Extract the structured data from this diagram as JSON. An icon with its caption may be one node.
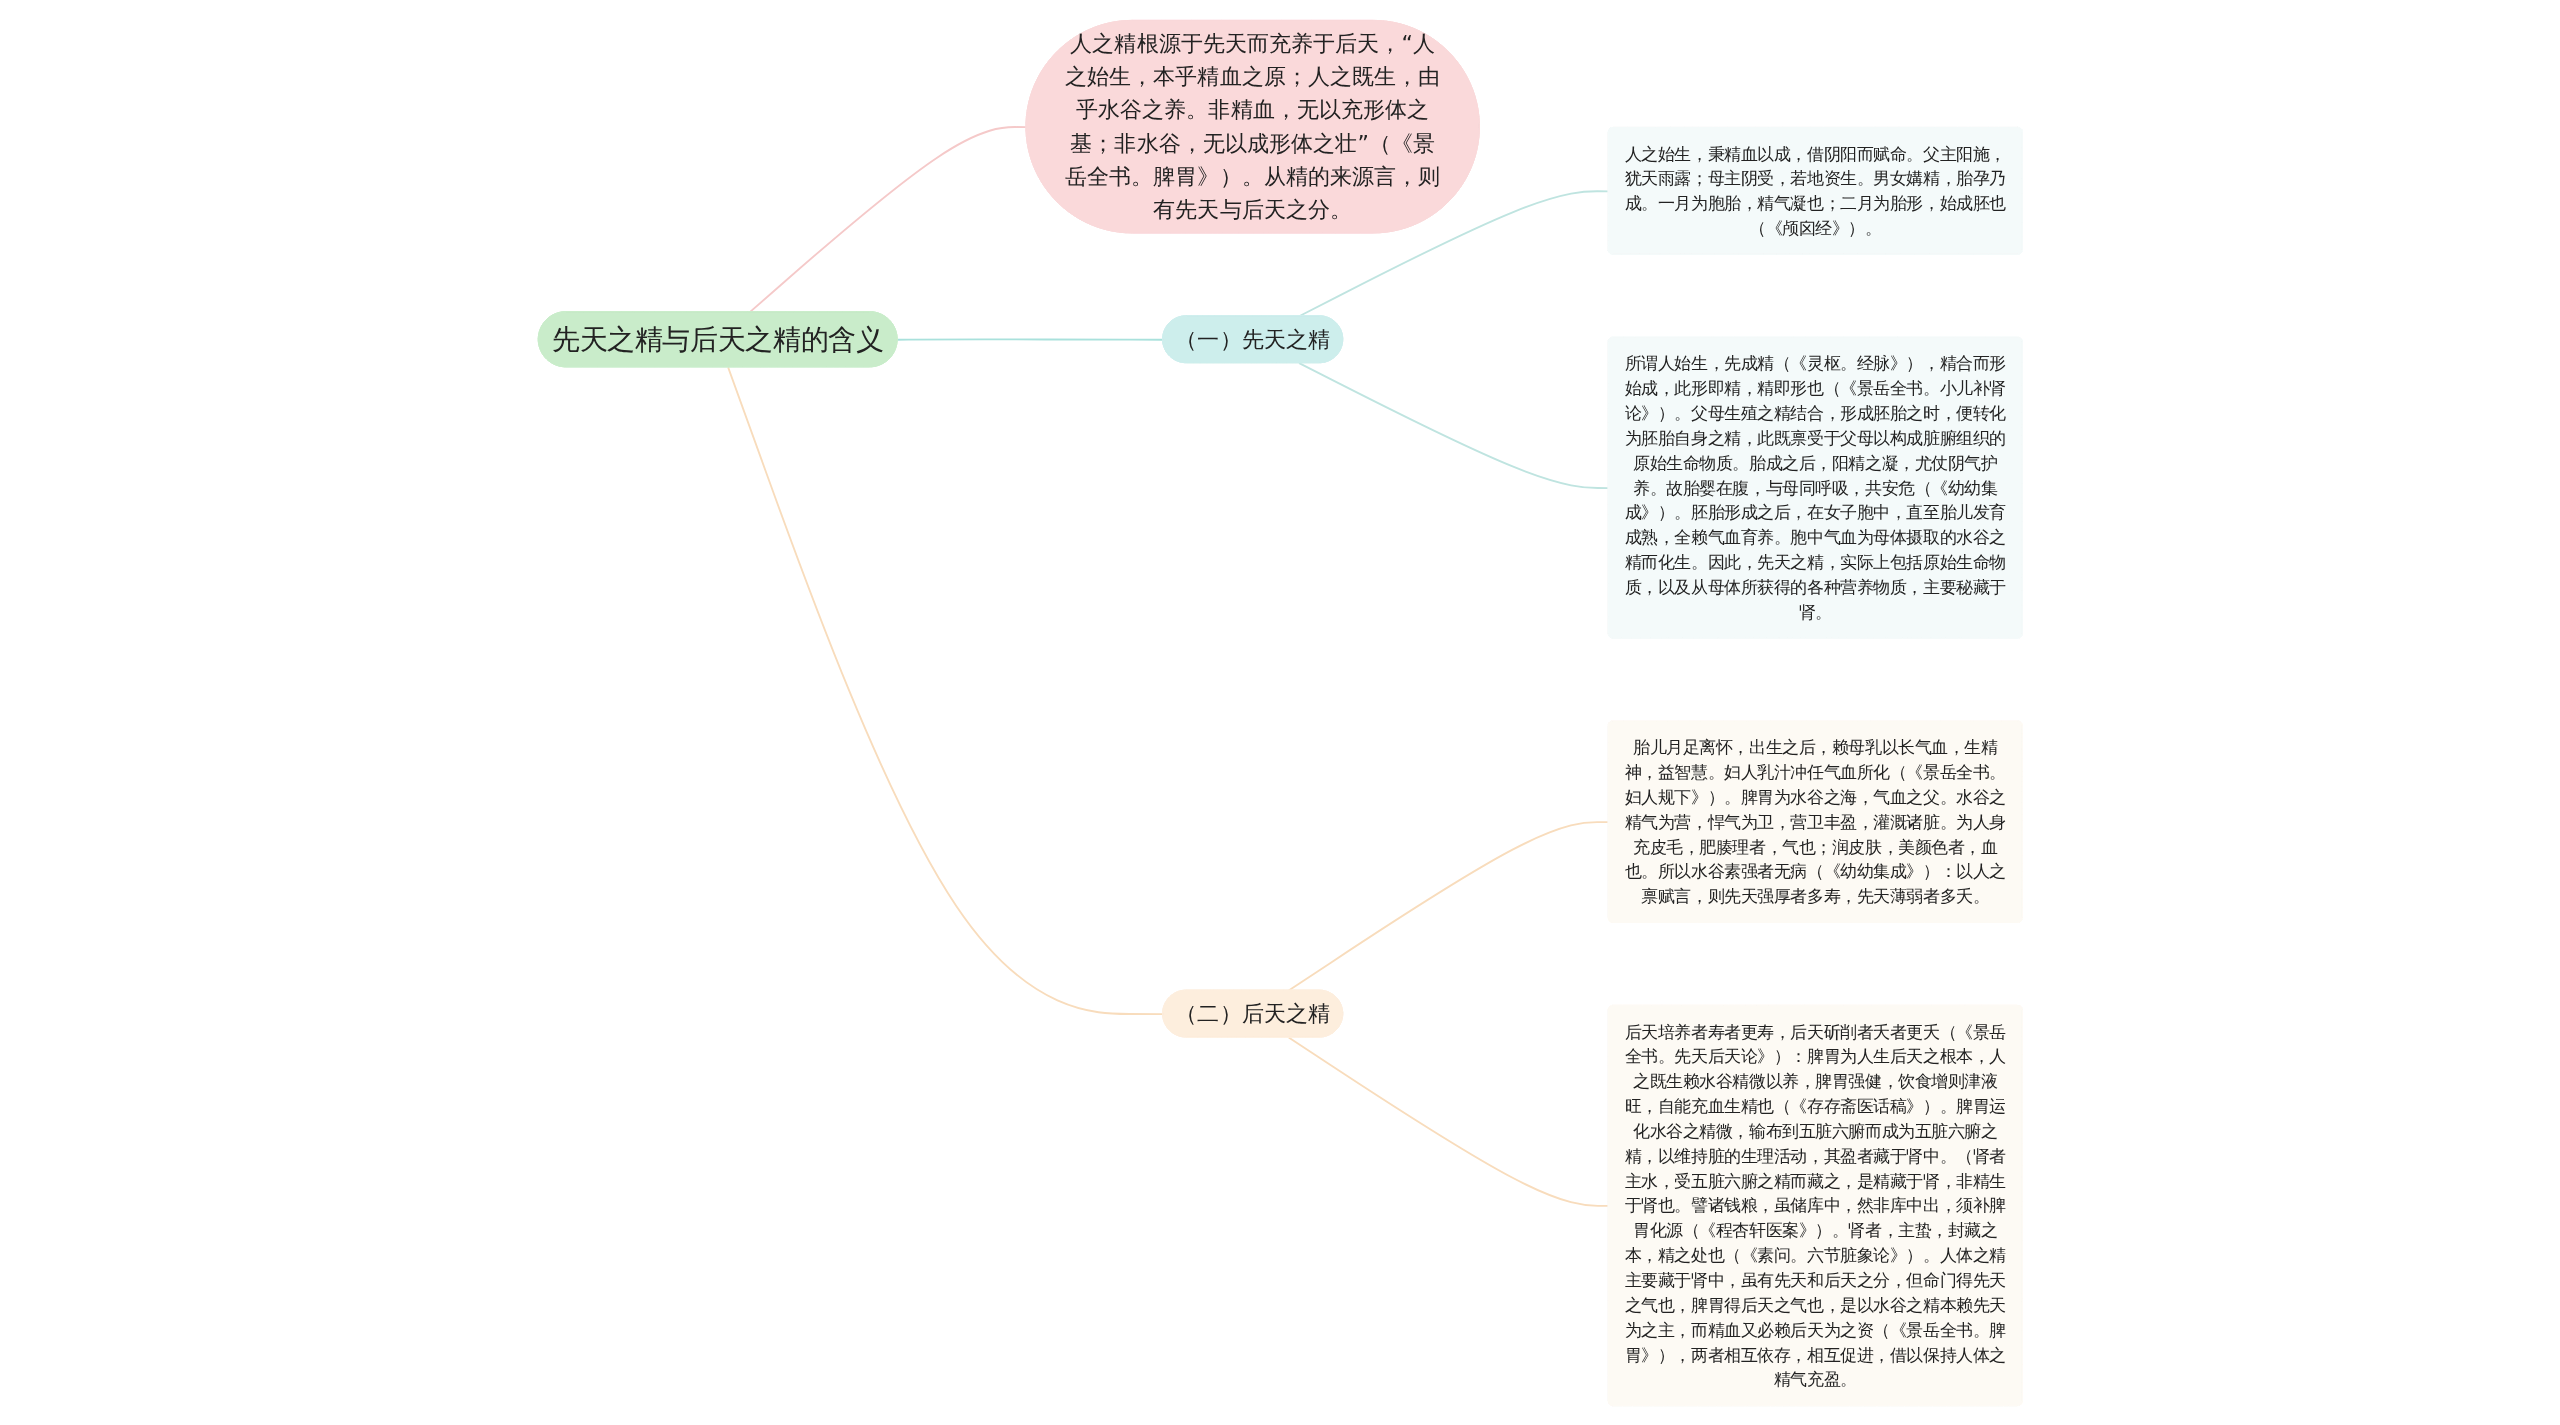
{
  "diagram": {
    "nodes": [
      {
        "text": [
          "先天之精与后天之精的含义"
        ]
      },
      {
        "text": [
          "人之精根源于先天而充养于后天，“人之始生，本乎精血之原；人之既生，由乎水谷之养。非精血，无以充形体之基；非水谷，无以成形体之壮”（《景岳全书。脾胃》）。从精的来源言，则有先天与后天之分。"
        ]
      },
      {
        "text": [
          "（一）先天之精"
        ]
      },
      {
        "text": [
          "人之始生，秉精血以成，借阴阳而赋命。父主阳施，犹天雨露；母主阴受，若地资生。男女媾精，胎孕乃成。一月为胞胎，精气凝也；二月为胎形，始成胚也（《颅囟经》）。"
        ]
      },
      {
        "text": [
          "所谓人始生，先成精（《灵枢。经脉》），精合而形始成，此形即精，精即形也（《景岳全书。小儿补肾论》）。父母生殖之精结合，形成胚胎之时，便转化为胚胎自身之精，此既禀受于父母以构成脏腑组织的原始生命物质。胎成之后，阳精之凝，尤仗阴气护养。故胎婴在腹，与母同呼吸，共安危（《幼幼集成》）。胚胎形成之后，在女子胞中，直至胎儿发育成熟，全赖气血育养。胞中气血为母体摄取的水谷之精而化生。因此，先天之精，实际上包括原始生命物质，以及从母体所获得的各种营养物质，主要秘藏于肾。"
        ]
      },
      {
        "text": [
          "（二）后天之精"
        ]
      },
      {
        "text": [
          "胎儿月足离怀，出生之后，赖母乳以长气血，生精神，益智慧。妇人乳汁冲任气血所化（《景岳全书。妇人规下》）。脾胃为水谷之海，气血之父。水谷之精气为营，悍气为卫，营卫丰盈，灌溉诸脏。为人身充皮毛，肥腠理者，气也；润皮肤，美颜色者，血也。所以水谷素强者无病（《幼幼集成》）：以人之禀赋言，则先天强厚者多寿，先天薄弱者多夭。"
        ]
      },
      {
        "text": [
          "后天培养者寿者更寿，后天斫削者夭者更夭（《景岳全书。先天后天论》）：脾胃为人生后天之根本，人之既生赖水谷精微以养，脾胃强健，饮食增则津液旺，自能充血生精也（《存存斋医话稿》）。脾胃运化水谷之精微，输布到五脏六腑而成为五脏六腑之精，以维持脏的生理活动，其盈者藏于肾中。（肾者主水，受五脏六腑之精而藏之，是精藏于肾，非精生于肾也。譬诸钱粮，虽储库中，然非库中出，须补脾胃化源（《程杏轩医案》）。肾者，主蛰，封藏之本，精之处也（《素问。六节脏象论》）。人体之精主要藏于肾中，虽有先天和后天之分，但命门得先天之气也，脾胃得后天之气也，是以水谷之精本赖先天为之主，而精血又必赖后天为之资（《景岳全书。脾胃》），两者相互依存，相互促进，借以保持人体之精气充盈。"
        ]
      }
    ],
    "edges": [
      {
        "from": 0,
        "to": 1,
        "arrow": "none",
        "color": "#f5c9c9"
      },
      {
        "from": 0,
        "to": 2,
        "arrow": "none",
        "color": "#a9e1dc"
      },
      {
        "from": 2,
        "to": 3,
        "arrow": "none"
      },
      {
        "from": 2,
        "to": 4,
        "arrow": "none"
      },
      {
        "from": 0,
        "to": 5,
        "arrow": "none",
        "color": "#f8dcbc"
      },
      {
        "from": 5,
        "to": 6,
        "arrow": "none",
        "color": "#f8dcbc"
      },
      {
        "from": 5,
        "to": 7,
        "arrow": "none",
        "color": "#f8dcbc"
      }
    ]
  }
}
